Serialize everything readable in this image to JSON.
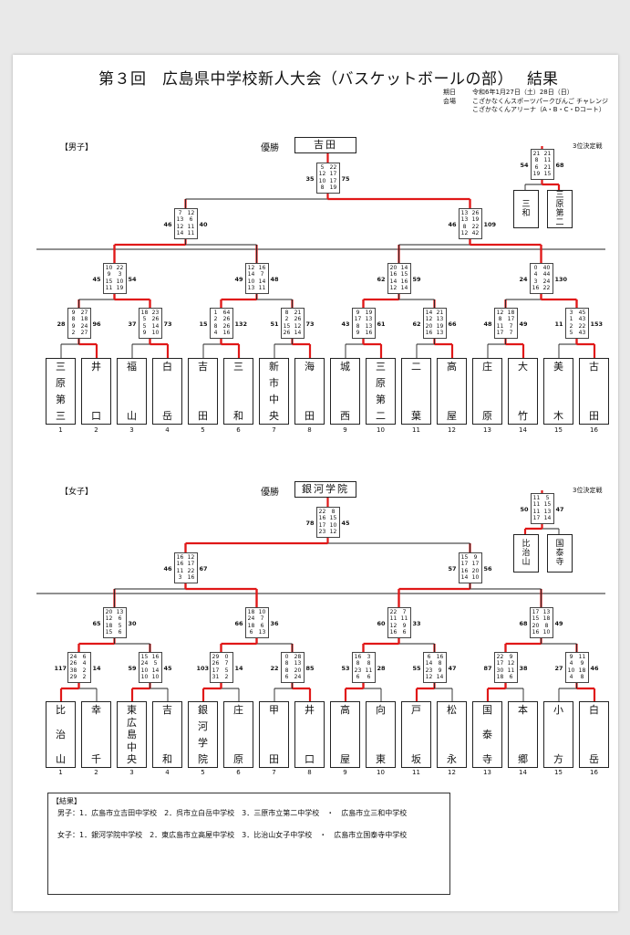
{
  "header": {
    "title": "第３回　広島県中学校新人大会（バスケットボールの部）",
    "kekka": "結果",
    "date_label": "期日",
    "date": "令和6年1月27日（土）28日（日）",
    "venue_label": "会場",
    "venue1": "こざかなくんスポーツパークびんご チャレンジ",
    "venue2": "こざかなくんアリーナ（A・B・C・Dコート）"
  },
  "sections": [
    {
      "label": "【男子】",
      "champion_label": "優勝",
      "champion": "吉田",
      "third_label": "3位決定戦",
      "teams": [
        [
          "三",
          "原",
          "第",
          "三"
        ],
        [
          "井",
          "口"
        ],
        [
          "福",
          "山"
        ],
        [
          "白",
          "岳"
        ],
        [
          "吉",
          "田"
        ],
        [
          "三",
          "和"
        ],
        [
          "新",
          "市",
          "中",
          "央"
        ],
        [
          "海",
          "田"
        ],
        [
          "城",
          "西"
        ],
        [
          "三",
          "原",
          "第",
          "二"
        ],
        [
          "二",
          "葉"
        ],
        [
          "高",
          "屋"
        ],
        [
          "庄",
          "原"
        ],
        [
          "大",
          "竹"
        ],
        [
          "美",
          "木"
        ],
        [
          "古",
          "田"
        ]
      ],
      "numbers": [
        "1",
        "2",
        "3",
        "4",
        "5",
        "6",
        "7",
        "8",
        "9",
        "10",
        "11",
        "12",
        "13",
        "14",
        "15",
        "16"
      ],
      "r1": [
        {
          "l": [
            "9",
            "8",
            "9",
            "2"
          ],
          "r": [
            "27",
            "18",
            "24",
            "27"
          ],
          "lt": "28",
          "rt": "96"
        },
        {
          "l": [
            "18",
            "5",
            "5",
            "9"
          ],
          "r": [
            "23",
            "26",
            "14",
            "10"
          ],
          "lt": "37",
          "rt": "73"
        },
        {
          "l": [
            "1",
            "2",
            "8",
            "4"
          ],
          "r": [
            "64",
            "26",
            "26",
            "16"
          ],
          "lt": "15",
          "rt": "132"
        },
        {
          "l": [
            "8",
            "2",
            "15",
            "26"
          ],
          "r": [
            "21",
            "26",
            "12",
            "14"
          ],
          "lt": "51",
          "rt": "73"
        },
        {
          "l": [
            "9",
            "17",
            "8",
            "9"
          ],
          "r": [
            "19",
            "13",
            "13",
            "16"
          ],
          "lt": "43",
          "rt": "61"
        },
        {
          "l": [
            "14",
            "12",
            "20",
            "16"
          ],
          "r": [
            "21",
            "13",
            "19",
            "13"
          ],
          "lt": "62",
          "rt": "66"
        },
        {
          "l": [
            "12",
            "8",
            "11",
            "17"
          ],
          "r": [
            "18",
            "17",
            "7",
            "7"
          ],
          "lt": "48",
          "rt": "49"
        },
        {
          "l": [
            "3",
            "1",
            "2",
            "5"
          ],
          "r": [
            "45",
            "43",
            "22",
            "43"
          ],
          "lt": "11",
          "rt": "153"
        }
      ],
      "r2": [
        {
          "l": [
            "10",
            "9",
            "15",
            "11"
          ],
          "r": [
            "22",
            "3",
            "10",
            "19"
          ],
          "lt": "45",
          "rt": "54"
        },
        {
          "l": [
            "12",
            "14",
            "10",
            "13"
          ],
          "r": [
            "16",
            "7",
            "14",
            "11"
          ],
          "lt": "49",
          "rt": "48"
        },
        {
          "l": [
            "20",
            "16",
            "14",
            "12"
          ],
          "r": [
            "14",
            "15",
            "16",
            "14"
          ],
          "lt": "62",
          "rt": "59"
        },
        {
          "l": [
            "0",
            "4",
            "3",
            "16"
          ],
          "r": [
            "40",
            "44",
            "24",
            "22"
          ],
          "lt": "24",
          "rt": "130"
        }
      ],
      "sf": [
        {
          "l": [
            "7",
            "13",
            "12",
            "14"
          ],
          "r": [
            "12",
            "6",
            "11",
            "11"
          ],
          "lt": "46",
          "rt": "40"
        },
        {
          "l": [
            "13",
            "13",
            "8",
            "12"
          ],
          "r": [
            "26",
            "19",
            "22",
            "42"
          ],
          "lt": "46",
          "rt": "109"
        }
      ],
      "final": {
        "l": [
          "5",
          "12",
          "10",
          "8"
        ],
        "r": [
          "22",
          "17",
          "17",
          "19"
        ],
        "lt": "35",
        "rt": "75"
      },
      "third": {
        "l": [
          "21",
          "8",
          "6",
          "19"
        ],
        "r": [
          "21",
          "11",
          "21",
          "15"
        ],
        "lt": "54",
        "rt": "68",
        "teams": [
          [
            "三",
            "和"
          ],
          [
            "三",
            "原",
            "第",
            "二"
          ]
        ]
      }
    },
    {
      "label": "【女子】",
      "champion_label": "優勝",
      "champion": "銀河学院",
      "third_label": "3位決定戦",
      "teams": [
        [
          "比",
          "治",
          "山"
        ],
        [
          "幸",
          "千"
        ],
        [
          "東",
          "広",
          "島",
          "中",
          "央"
        ],
        [
          "吉",
          "和"
        ],
        [
          "銀",
          "河",
          "学",
          "院"
        ],
        [
          "庄",
          "原"
        ],
        [
          "甲",
          "田"
        ],
        [
          "井",
          "口"
        ],
        [
          "高",
          "屋"
        ],
        [
          "向",
          "東"
        ],
        [
          "戸",
          "坂"
        ],
        [
          "松",
          "永"
        ],
        [
          "国",
          "泰",
          "寺"
        ],
        [
          "本",
          "郷"
        ],
        [
          "小",
          "方"
        ],
        [
          "白",
          "岳"
        ]
      ],
      "numbers": [
        "1",
        "2",
        "3",
        "4",
        "5",
        "6",
        "7",
        "8",
        "9",
        "10",
        "11",
        "12",
        "13",
        "14",
        "15",
        "16"
      ],
      "r1": [
        {
          "l": [
            "24",
            "26",
            "38",
            "29"
          ],
          "r": [
            "6",
            "4",
            "2",
            "2"
          ],
          "lt": "117",
          "rt": "14"
        },
        {
          "l": [
            "15",
            "24",
            "10",
            "10"
          ],
          "r": [
            "16",
            "5",
            "14",
            "10"
          ],
          "lt": "59",
          "rt": "45"
        },
        {
          "l": [
            "29",
            "26",
            "17",
            "31"
          ],
          "r": [
            "0",
            "7",
            "5",
            "2"
          ],
          "lt": "103",
          "rt": "14"
        },
        {
          "l": [
            "0",
            "8",
            "8",
            "6"
          ],
          "r": [
            "28",
            "13",
            "20",
            "24"
          ],
          "lt": "22",
          "rt": "85"
        },
        {
          "l": [
            "16",
            "8",
            "23",
            "6"
          ],
          "r": [
            "3",
            "8",
            "11",
            "6"
          ],
          "lt": "53",
          "rt": "28"
        },
        {
          "l": [
            "6",
            "14",
            "23",
            "12"
          ],
          "r": [
            "16",
            "8",
            "9",
            "14"
          ],
          "lt": "55",
          "rt": "47"
        },
        {
          "l": [
            "22",
            "17",
            "30",
            "18"
          ],
          "r": [
            "9",
            "12",
            "11",
            "6"
          ],
          "lt": "87",
          "rt": "38"
        },
        {
          "l": [
            "9",
            "4",
            "10",
            "4"
          ],
          "r": [
            "11",
            "9",
            "18",
            "8"
          ],
          "lt": "27",
          "rt": "46"
        }
      ],
      "r2": [
        {
          "l": [
            "20",
            "12",
            "18",
            "15"
          ],
          "r": [
            "13",
            "6",
            "5",
            "6"
          ],
          "lt": "65",
          "rt": "30"
        },
        {
          "l": [
            "18",
            "24",
            "18",
            "6"
          ],
          "r": [
            "10",
            "7",
            "6",
            "13"
          ],
          "lt": "66",
          "rt": "36"
        },
        {
          "l": [
            "22",
            "11",
            "12",
            "16"
          ],
          "r": [
            "7",
            "11",
            "9",
            "6"
          ],
          "lt": "60",
          "rt": "33"
        },
        {
          "l": [
            "17",
            "15",
            "20",
            "16"
          ],
          "r": [
            "13",
            "18",
            "8",
            "10"
          ],
          "lt": "68",
          "rt": "49"
        }
      ],
      "sf": [
        {
          "l": [
            "16",
            "16",
            "11",
            "3"
          ],
          "r": [
            "12",
            "17",
            "22",
            "16"
          ],
          "lt": "46",
          "rt": "67"
        },
        {
          "l": [
            "15",
            "17",
            "16",
            "14"
          ],
          "r": [
            "9",
            "17",
            "20",
            "10"
          ],
          "lt": "57",
          "rt": "56"
        }
      ],
      "final": {
        "l": [
          "22",
          "16",
          "17",
          "23"
        ],
        "r": [
          "8",
          "15",
          "10",
          "12"
        ],
        "lt": "78",
        "rt": "45"
      },
      "third": {
        "l": [
          "11",
          "11",
          "11",
          "17"
        ],
        "r": [
          "5",
          "15",
          "13",
          "14"
        ],
        "lt": "50",
        "rt": "47",
        "teams": [
          [
            "比",
            "治",
            "山"
          ],
          [
            "国",
            "泰",
            "寺"
          ]
        ]
      }
    }
  ],
  "results": {
    "heading": "【結果】",
    "boys": "男子：1．広島市立吉田中学校　2．呉市立白岳中学校　3．三原市立第二中学校　・　広島市立三和中学校",
    "girls": "女子：1．銀河学院中学校　2．東広島市立高屋中学校　3．比治山女子中学校　・　広島市立国泰寺中学校"
  },
  "colors": {
    "winner_line": "#e01818",
    "line": "#222222"
  }
}
